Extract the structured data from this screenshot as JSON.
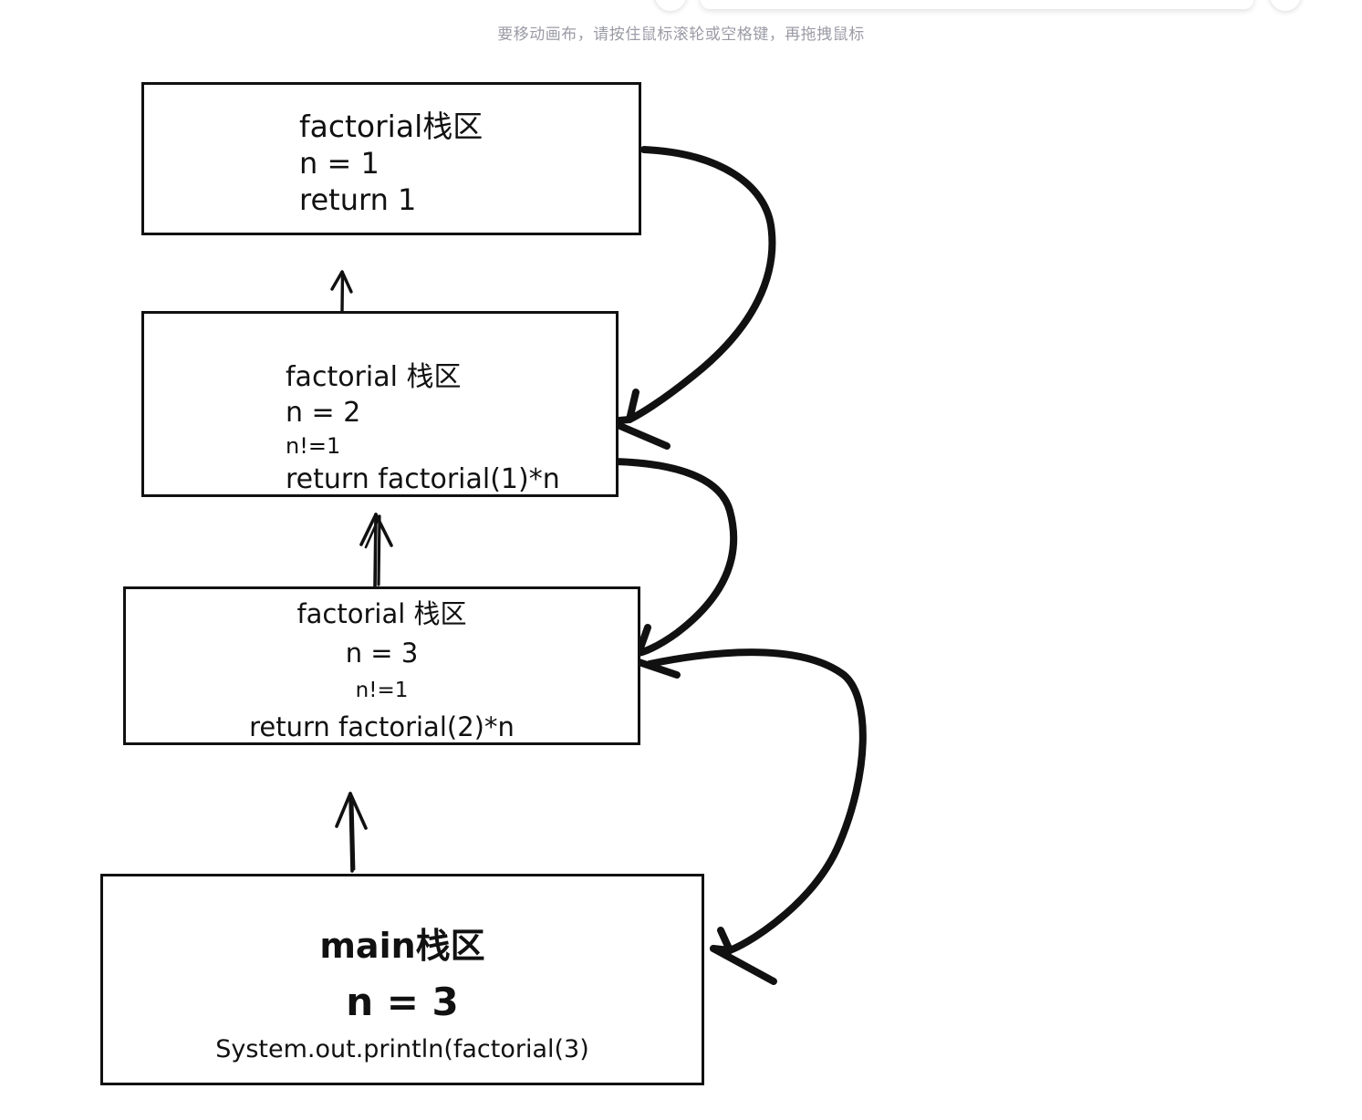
{
  "app": {
    "canvas_hint": "要移动画布，请按住鼠标滚轮或空格键，再拖拽鼠标",
    "accent_color": "#6658e8",
    "ink_color": "#111111",
    "canvas_background": "#ffffff"
  },
  "toolbar": {
    "active_tool_indicator_color": "#6658e8"
  },
  "diagram": {
    "title": "factorial recursion call stack",
    "boxes": [
      {
        "id": "box-1",
        "name": "factorial-stack-n1",
        "lines": [
          "factorial栈区",
          "n = 1",
          "return 1"
        ],
        "align": "left"
      },
      {
        "id": "box-2",
        "name": "factorial-stack-n2",
        "lines": [
          "factorial 栈区",
          "n = 2",
          "n!=1",
          "return factorial(1)*n"
        ],
        "align": "left"
      },
      {
        "id": "box-3",
        "name": "factorial-stack-n3",
        "lines": [
          "factorial 栈区",
          "n = 3",
          "n!=1",
          "return factorial(2)*n"
        ],
        "align": "center"
      },
      {
        "id": "box-4",
        "name": "main-stack",
        "lines": [
          "main栈区",
          "n = 3",
          "System.out.println(factorial(3)"
        ],
        "align": "center"
      }
    ],
    "arrows": [
      {
        "name": "call-arrow-main-to-n3",
        "from": "main-stack",
        "to": "factorial-stack-n3",
        "kind": "straight-up"
      },
      {
        "name": "call-arrow-n3-to-n2",
        "from": "factorial-stack-n3",
        "to": "factorial-stack-n2",
        "kind": "straight-up"
      },
      {
        "name": "call-arrow-n2-to-n1",
        "from": "factorial-stack-n2",
        "to": "factorial-stack-n1",
        "kind": "straight-up"
      },
      {
        "name": "return-arrow-n1-to-n2",
        "from": "factorial-stack-n1",
        "to": "factorial-stack-n2",
        "kind": "curved-right"
      },
      {
        "name": "return-arrow-n2-to-n3",
        "from": "factorial-stack-n2",
        "to": "factorial-stack-n3",
        "kind": "curved-right"
      },
      {
        "name": "return-arrow-n3-to-main",
        "from": "factorial-stack-n3",
        "to": "main-stack",
        "kind": "curved-right"
      }
    ]
  }
}
